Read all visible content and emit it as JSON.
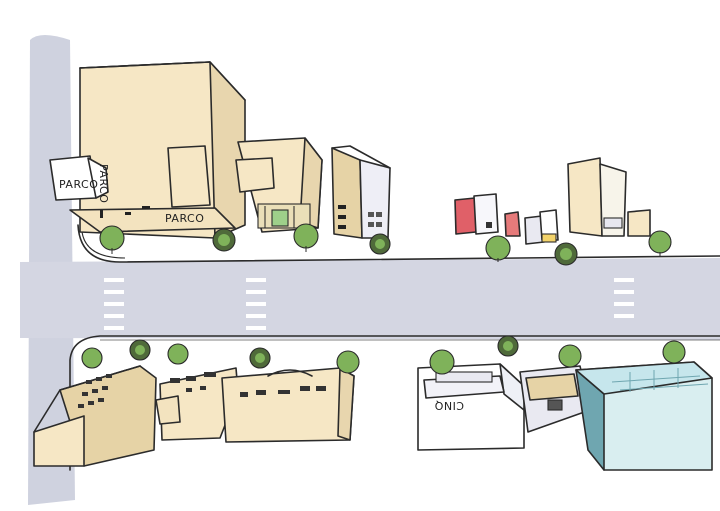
{
  "signs": {
    "parco_rooftop": "PARCO",
    "parco_vertical": "PARCO",
    "parco_facade": "PARCO",
    "cine_sign": "CINQ"
  },
  "colors": {
    "road": "#d4d6e2",
    "road_shadow": "#c6c9d8",
    "building_cream": "#f6e7c5",
    "building_side": "#e8d6ae",
    "building_tan": "#e6d3a6",
    "glass_blue": "#d9eef0",
    "teal_edge": "#6fa6b0",
    "tree_green": "#7fb25a",
    "tree_dark": "#4f6a3a",
    "shop_red": "#e06068",
    "crosswalk": "#ffffff"
  },
  "icons": {
    "tree": "tree-icon",
    "crosswalk": "crosswalk-icon"
  }
}
